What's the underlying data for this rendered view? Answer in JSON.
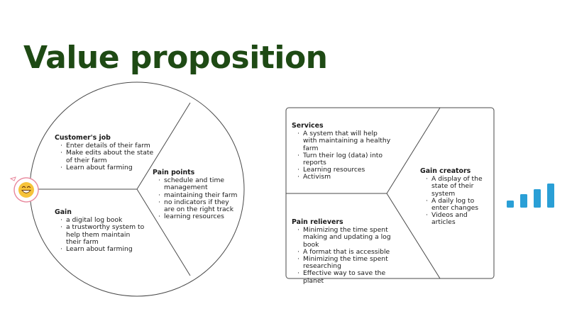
{
  "title": "Value proposition",
  "customer_profile": {
    "customers_job": {
      "heading": "Customer's job",
      "items": [
        "Enter details of their farm",
        "Make edits about the state of their farm",
        "Learn about farming"
      ]
    },
    "pain_points": {
      "heading": "Pain points",
      "items": [
        "schedule and time management",
        "maintaining their farm",
        "no indicators if they are on the right track",
        "learning resources"
      ]
    },
    "gain": {
      "heading": "Gain",
      "items": [
        "a digital log book",
        "a trustworthy system to help them maintain their farm",
        "Learn about farming"
      ]
    }
  },
  "value_map": {
    "services": {
      "heading": "Services",
      "items": [
        "A system that will help with maintaining a healthy farm",
        "Turn their log (data) into reports",
        "Learning resources",
        "Activism"
      ]
    },
    "gain_creators": {
      "heading": "Gain creators",
      "items": [
        "A display of the state of their system",
        "A daily log to enter changes",
        "Videos and articles"
      ]
    },
    "pain_relievers": {
      "heading": "Pain relievers",
      "items": [
        "Minimizing the time spent making and updating a log book",
        "A format that is accessible",
        "Minimizing the time spent researching",
        "Effective way to save the planet"
      ]
    }
  },
  "icons": {
    "emoji": "smiling-face-icon",
    "chart": "bar-chart-icon"
  },
  "colors": {
    "title": "#1e4a14",
    "emoji_face": "#f6c33a",
    "emoji_ring": "#e8869b",
    "chart_bars": "#2a9fd6"
  }
}
